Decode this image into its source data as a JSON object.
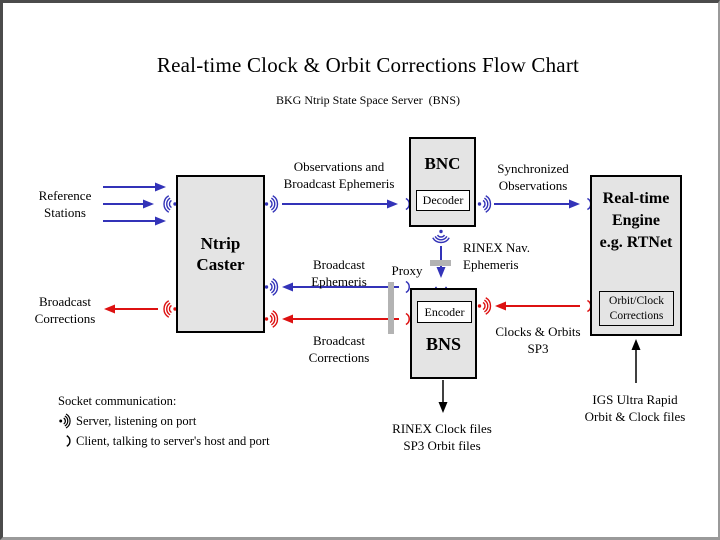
{
  "slide": {
    "title": "Real-time Clock & Orbit Corrections Flow Chart",
    "subtitle": "BKG Ntrip State Space Server  (BNS)"
  },
  "boxes": {
    "ntrip_caster": {
      "label": "Ntrip\nCaster"
    },
    "bnc": {
      "title": "BNC",
      "sub": "Decoder"
    },
    "bns": {
      "title": "BNS",
      "sub": "Encoder"
    },
    "engine": {
      "label": "Real-time\nEngine\ne.g. RTNet",
      "sub": "Orbit/Clock\nCorrections"
    }
  },
  "flow_labels": {
    "reference_stations": "Reference\nStations",
    "broadcast_corrections_left": "Broadcast\nCorrections",
    "observations": "Observations and\nBroadcast Ephemeris",
    "synchronized": "Synchronized\nObservations",
    "rinex_nav": "RINEX Nav.\nEphemeris",
    "broadcast_ephemeris": "Broadcast\nEphemeris",
    "proxy": "Proxy",
    "broadcast_corrections_mid": "Broadcast\nCorrections",
    "clocks_orbits": "Clocks & Orbits\nSP3",
    "rinex_files": "RINEX Clock files\nSP3 Orbit files",
    "igs": "IGS Ultra Rapid\nOrbit & Clock files"
  },
  "legend": {
    "title": "Socket communication:",
    "server": "Server, listening on port",
    "client": "Client, talking to server's host and port"
  },
  "icons": {
    "server_socket_icon": "dot with three radiating arcs (listening socket)",
    "client_socket_icon": "single arc (client socket)"
  },
  "colors": {
    "socket_blue": "#3333b8",
    "correction_red": "#dd1111",
    "box_fill": "#e4e4e4",
    "proxy_gray": "#b3b3b3",
    "black": "#000000"
  }
}
